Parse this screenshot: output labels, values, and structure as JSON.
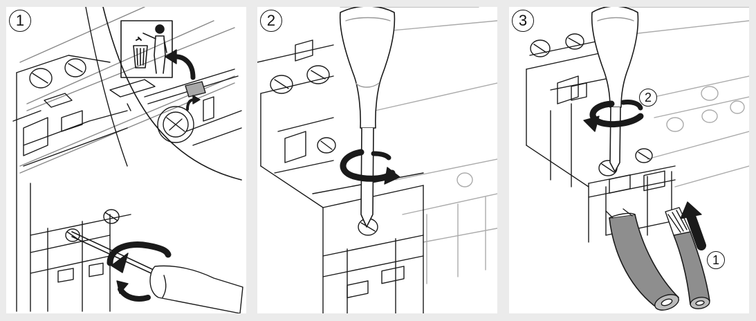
{
  "steps": [
    {
      "number": "1"
    },
    {
      "number": "2"
    },
    {
      "number": "3"
    }
  ],
  "step3_substeps": {
    "turn_screw": "2",
    "insert_wire": "1"
  },
  "icons": {
    "disposal": "waste-bin-figure-icon",
    "rotate": "rotation-arrow-icon",
    "lift": "curved-arrow-icon",
    "push": "arrow-icon"
  },
  "colors": {
    "panel_background": "#ffffff",
    "page_background": "#ebebeb",
    "line_art": "#1a1a1a",
    "cover_cap": "#a8a8a8",
    "cable": "#8e8e8e"
  }
}
